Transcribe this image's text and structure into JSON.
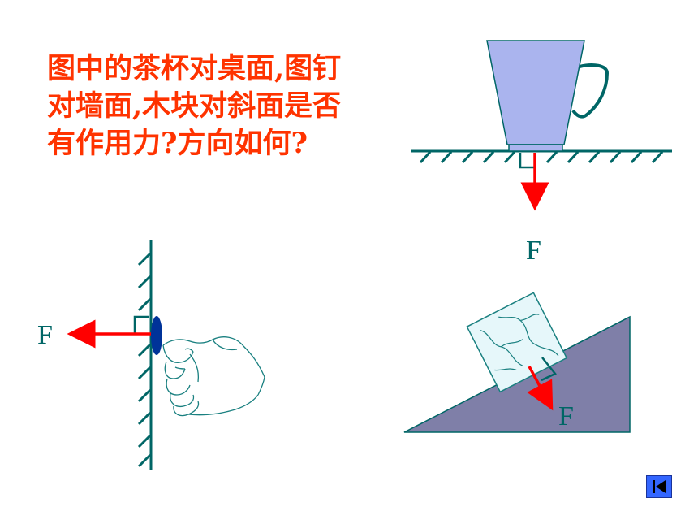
{
  "question": {
    "lines": [
      "图中的茶杯对桌面,图钉",
      "对墙面,木块对斜面是否",
      "有作用力?方向如何?"
    ]
  },
  "labels": {
    "cup_force": "F",
    "pin_force": "F",
    "block_force": "F"
  },
  "colors": {
    "question_text": "#ff3300",
    "force_arrow": "#ff0000",
    "surface": "#006666",
    "cup": "#aab4ee",
    "incline": "#7f7fa8",
    "block": "#e6f7fa",
    "pin": "#003399",
    "nav_button": "#3366ff"
  },
  "nav": {
    "icon": "first-slide-icon"
  }
}
